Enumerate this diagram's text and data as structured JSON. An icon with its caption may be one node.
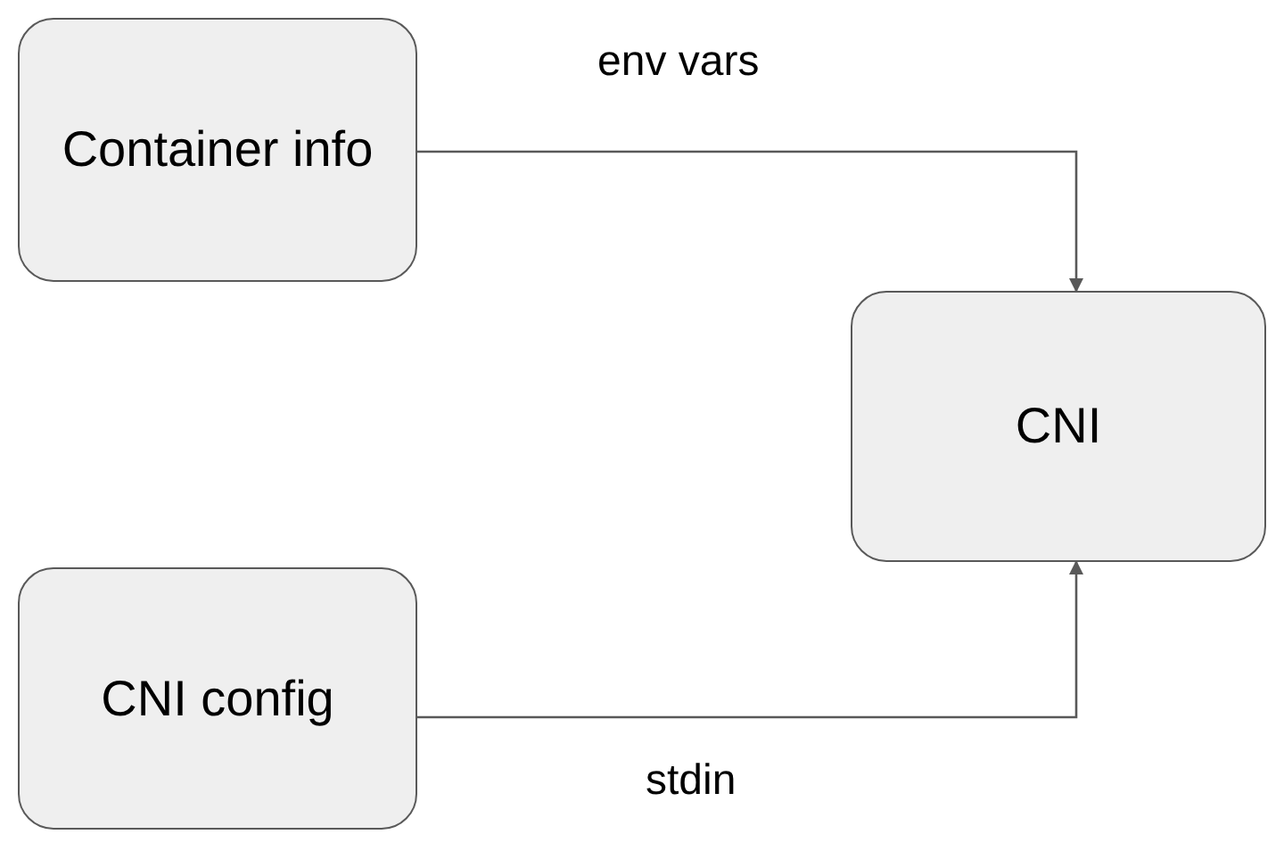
{
  "diagram": {
    "nodes": [
      {
        "text": [
          "Container info"
        ]
      },
      {
        "text": [
          "CNI"
        ]
      },
      {
        "text": [
          "CNI config"
        ]
      }
    ],
    "edges": [
      {
        "from": 0,
        "to": 1,
        "arrow": "to",
        "label": "env vars"
      },
      {
        "from": 2,
        "to": 1,
        "arrow": "to",
        "label": "stdin"
      }
    ]
  }
}
